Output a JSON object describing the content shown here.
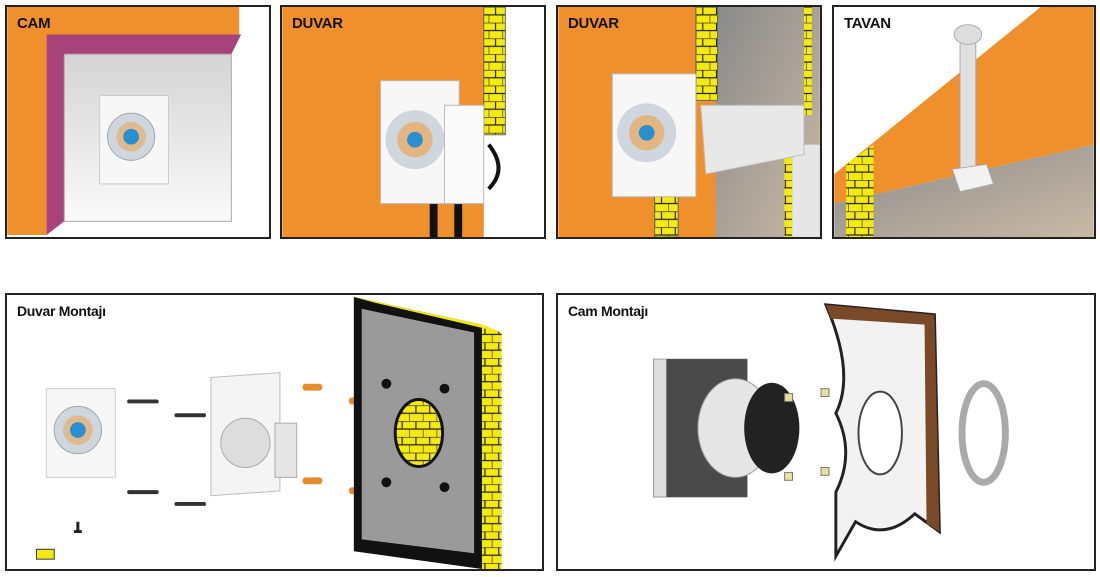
{
  "panels": {
    "cam": {
      "label": "CAM"
    },
    "duvar1": {
      "label": "DUVAR"
    },
    "duvar2": {
      "label": "DUVAR"
    },
    "tavan": {
      "label": "TAVAN"
    },
    "duvar_montaji": {
      "label": "Duvar Montajı"
    },
    "cam_montaji": {
      "label": "Cam Montajı"
    }
  },
  "colors": {
    "wall": "#f0902c",
    "frame": "#a8427a",
    "brick": "#f5ea10",
    "plate": "#8e8e8e",
    "wood": "#7a4a28"
  }
}
